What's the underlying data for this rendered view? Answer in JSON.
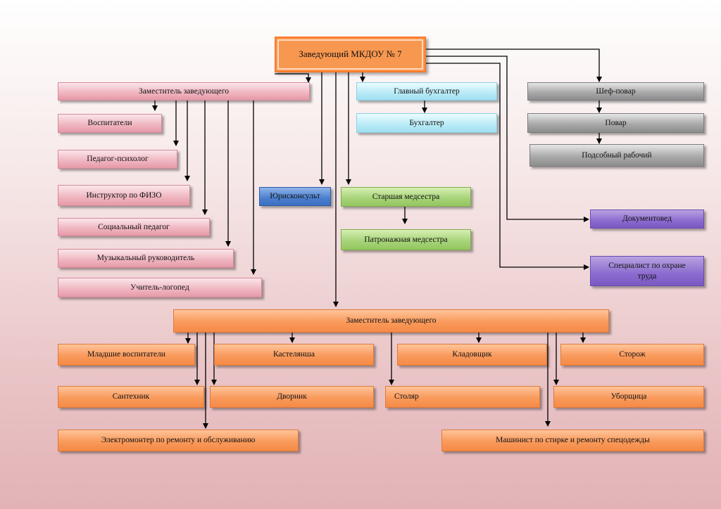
{
  "head": "Заведующий МКДОУ № 7",
  "deputy_top": "Заместитель заведующего",
  "chief_accountant": "Главный бухгалтер",
  "accountant": "Бухгалтер",
  "chef": "Шеф-повар",
  "cook": "Повар",
  "kitchen_helper": "Подсобный рабочий",
  "educators": "Воспитатели",
  "psychologist": "Педагог-психолог",
  "pe_instructor": "Инструктор по ФИЗО",
  "social_teacher": "Социальный педагог",
  "music_director": "Музыкальный руководитель",
  "speech_therapist": "Учитель-логопед",
  "legal_advisor": "Юрисконсульт",
  "senior_nurse": "Старшая медсестра",
  "visiting_nurse": "Патронажная медсестра",
  "document_specialist": "Документовед",
  "safety_specialist": "Специалист по охране труда",
  "deputy_bottom": "Заместитель заведующего",
  "junior_educators": "Младшие воспитатели",
  "housekeeper": "Кастелянша",
  "storekeeper": "Кладовщик",
  "watchman": "Сторож",
  "plumber": "Сантехник",
  "janitor": "Дворник",
  "carpenter": "Столяр",
  "cleaner": "Уборщица",
  "electrician": "Электромонтер по ремонту и обслуживанию",
  "laundry_operator": "Машинист по стирке и ремонту спецодежды"
}
